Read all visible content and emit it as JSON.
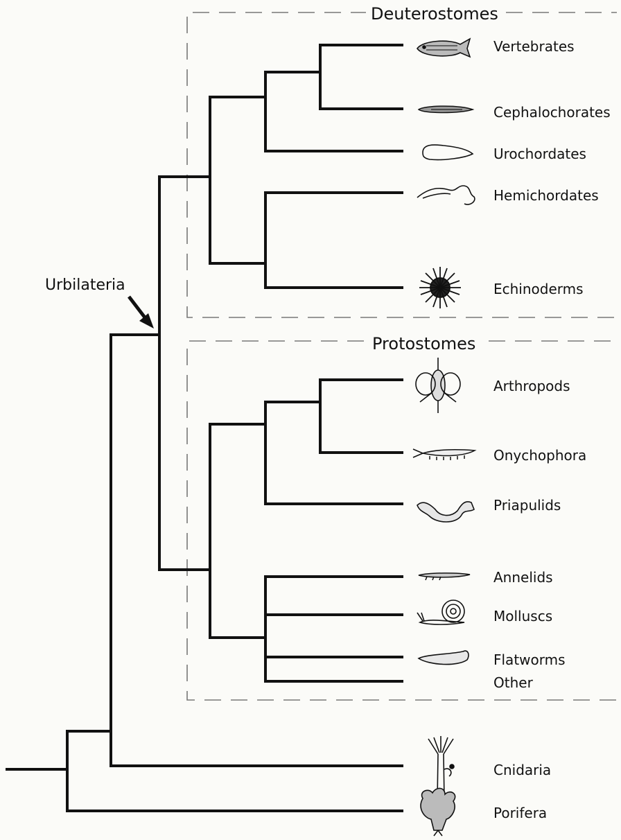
{
  "diagram": {
    "groups": {
      "deuterostomes": "Deuterostomes",
      "protostomes": "Protostomes"
    },
    "node_label": "Urbilateria",
    "taxa": {
      "vertebrates": {
        "label": "Vertebrates",
        "icon": "fish-icon"
      },
      "cephalochordates": {
        "label": "Cephalochorates",
        "icon": "lancelet-icon"
      },
      "urochordates": {
        "label": "Urochordates",
        "icon": "tunicate-icon"
      },
      "hemichordates": {
        "label": "Hemichordates",
        "icon": "acorn-worm-icon"
      },
      "echinoderms": {
        "label": "Echinoderms",
        "icon": "sea-urchin-icon"
      },
      "arthropods": {
        "label": "Arthropods",
        "icon": "fly-icon"
      },
      "onychophora": {
        "label": "Onychophora",
        "icon": "velvet-worm-icon"
      },
      "priapulids": {
        "label": "Priapulids",
        "icon": "priapulid-icon"
      },
      "annelids": {
        "label": "Annelids",
        "icon": "segmented-worm-icon"
      },
      "molluscs": {
        "label": "Molluscs",
        "icon": "snail-icon"
      },
      "flatworms": {
        "label": "Flatworms",
        "icon": "flatworm-icon"
      },
      "other": {
        "label": "Other"
      },
      "cnidaria": {
        "label": "Cnidaria",
        "icon": "hydra-icon"
      },
      "porifera": {
        "label": "Porifera",
        "icon": "sponge-icon"
      }
    }
  }
}
